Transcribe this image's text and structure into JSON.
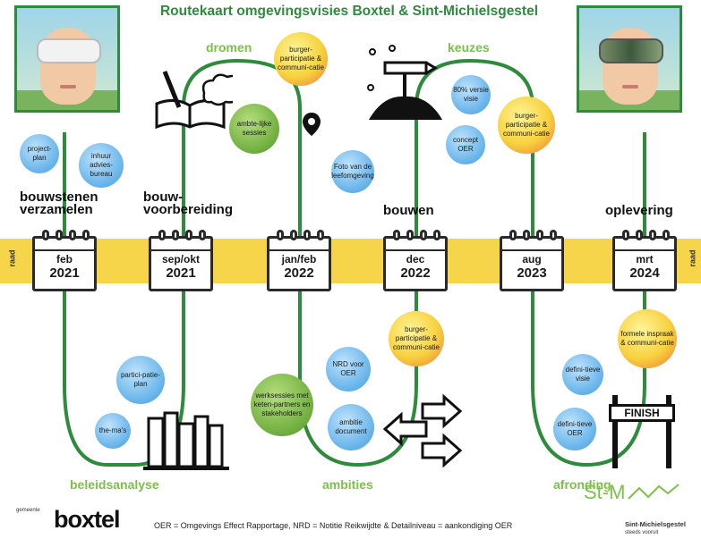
{
  "title": "Routekaart omgevingsvisies Boxtel & Sint-Michielsgestel",
  "band_label_left": "raad",
  "band_label_right": "raad",
  "milestones": [
    {
      "month": "feb",
      "year": "2021"
    },
    {
      "month": "sep/okt",
      "year": "2021"
    },
    {
      "month": "jan/feb",
      "year": "2022"
    },
    {
      "month": "dec",
      "year": "2022"
    },
    {
      "month": "aug",
      "year": "2023"
    },
    {
      "month": "mrt",
      "year": "2024"
    }
  ],
  "stages_top": {
    "bouwstenen": "bouwstenen verzamelen",
    "bouwvoorbereiding": "bouw-voorbereiding",
    "bouwen": "bouwen",
    "oplevering": "oplevering"
  },
  "phase_labels": {
    "dromen": "dromen",
    "keuzes": "keuzes",
    "beleidsanalyse": "beleidsanalyse",
    "ambities": "ambities",
    "afronding": "afronding"
  },
  "bubbles": {
    "projectplan": "project-plan",
    "inhuur": "inhuur advies-bureau",
    "burger1": "burger-participatie & communi-catie",
    "ambtelijk": "ambte-lijke sessies",
    "foto": "Foto van de leefomgeving",
    "versie80": "80% versie visie",
    "conceptoer": "concept OER",
    "burger2": "burger-participatie & communi-catie",
    "participatieplan": "partici-patie-plan",
    "themas": "the-ma's",
    "werksessies": "werksessies met keten-partners en stakeholders",
    "nrdoer": "NRD voor OER",
    "ambitiedoc": "ambitie document",
    "burger3": "burger-participatie & communi-catie",
    "definitievevisie": "defini-tieve visie",
    "definitieveoer": "defini-tieve OER",
    "formele": "formele inspraak & communi-catie"
  },
  "finish_sign": "FINISH",
  "footer": {
    "note": "OER = Omgevings Effect Rapportage, NRD = Notitie Reikwijdte & Detailniveau = aankondiging OER",
    "boxtel_small": "gemeente",
    "boxtel_logo": "boxtel",
    "stm_logo": "St-M",
    "stm_name": "Sint-Michielsgestel",
    "stm_sub": "steeds vooruit"
  },
  "colors": {
    "path": "#2e8b3c",
    "band": "#f7d54a",
    "title": "#2e8b3c",
    "phase": "#7cc04a"
  }
}
